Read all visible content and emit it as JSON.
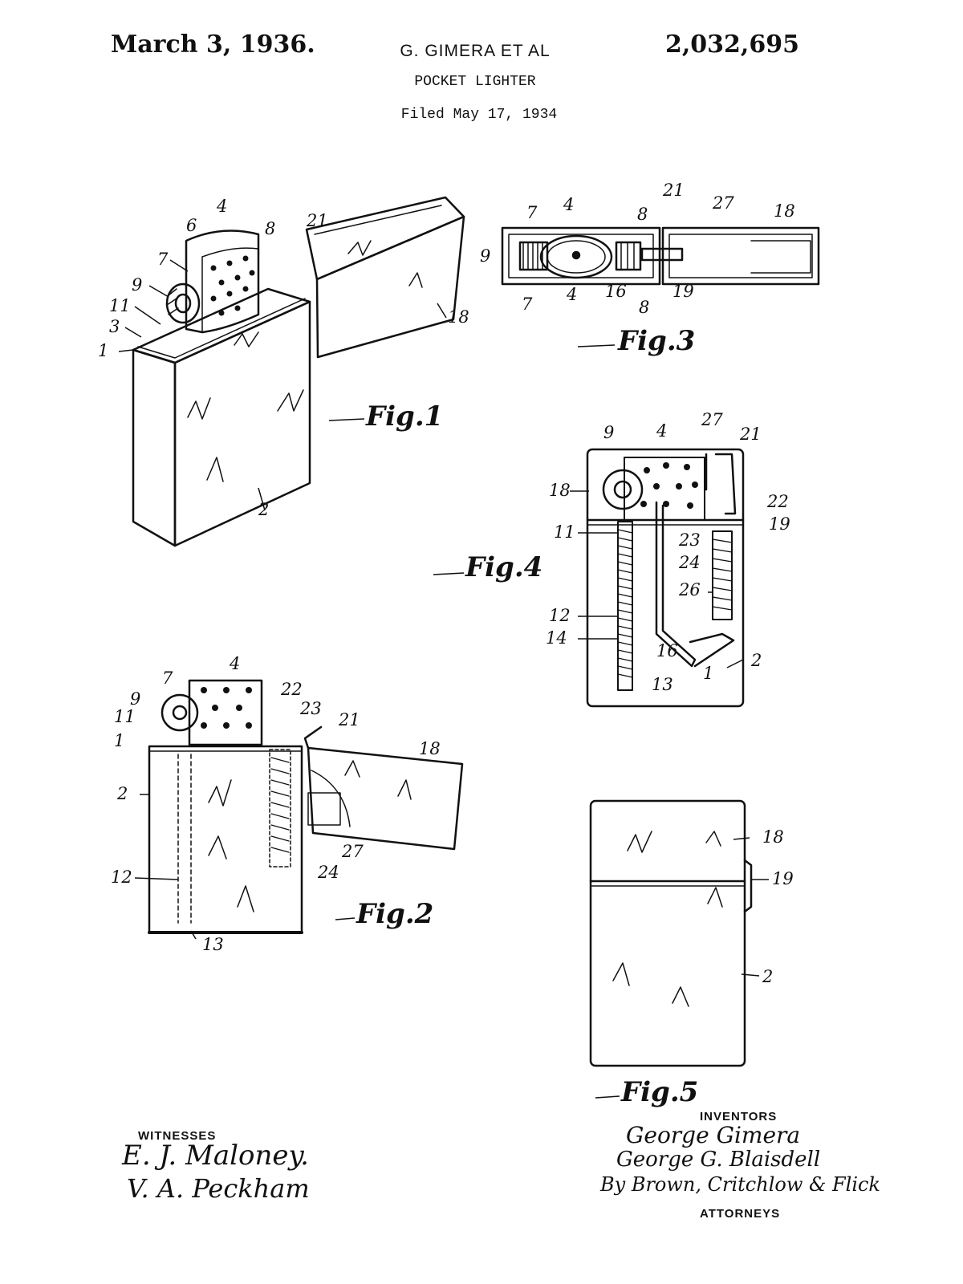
{
  "header": {
    "date": "March 3, 1936.",
    "inventor_line": "G. GIMERA ET AL",
    "patent_number": "2,032,695",
    "title": "POCKET LIGHTER",
    "filed": "Filed May 17, 1934"
  },
  "figures": {
    "fig1": {
      "label": "Fig.1",
      "refs": [
        "4",
        "6",
        "8",
        "21",
        "7",
        "9",
        "11",
        "3",
        "1",
        "18",
        "2"
      ]
    },
    "fig2": {
      "label": "Fig.2",
      "refs": [
        "7",
        "4",
        "22",
        "9",
        "23",
        "21",
        "11",
        "1",
        "18",
        "2",
        "27",
        "24",
        "12",
        "13"
      ]
    },
    "fig3": {
      "label": "Fig.3",
      "refs": [
        "21",
        "27",
        "18",
        "7",
        "4",
        "8",
        "9",
        "7",
        "4",
        "16",
        "8",
        "19"
      ]
    },
    "fig4": {
      "label": "Fig.4",
      "refs": [
        "9",
        "4",
        "27",
        "21",
        "18",
        "22",
        "11",
        "19",
        "23",
        "24",
        "26",
        "12",
        "14",
        "16",
        "1",
        "2",
        "13"
      ]
    },
    "fig5": {
      "label": "Fig.5",
      "refs": [
        "18",
        "19",
        "2"
      ]
    }
  },
  "witnesses": {
    "heading": "WITNESSES",
    "signatures": [
      "E. J. Maloney.",
      "V. A. Peckham"
    ]
  },
  "inventors": {
    "heading": "INVENTORS",
    "signatures": [
      "George Gimera",
      "George G. Blaisdell"
    ],
    "by_line": "By Brown, Critchlow & Flick"
  },
  "attorneys": {
    "heading": "ATTORNEYS"
  }
}
